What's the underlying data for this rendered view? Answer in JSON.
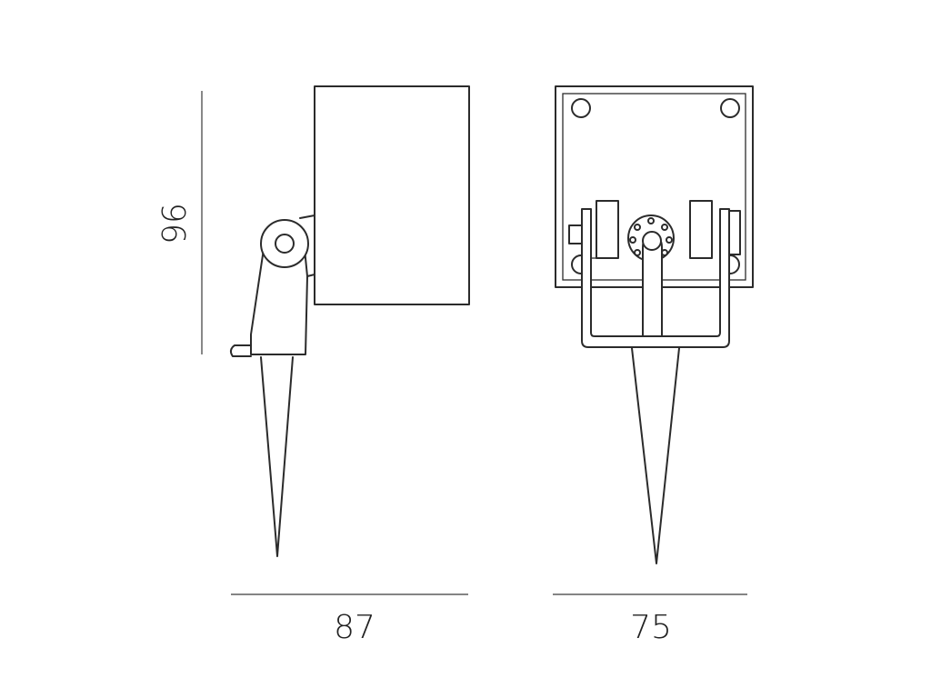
{
  "dimensions": {
    "height": "96",
    "side_width": "87",
    "front_width": "75"
  },
  "colors": {
    "line": "#2b2b2b",
    "background": "#ffffff"
  }
}
